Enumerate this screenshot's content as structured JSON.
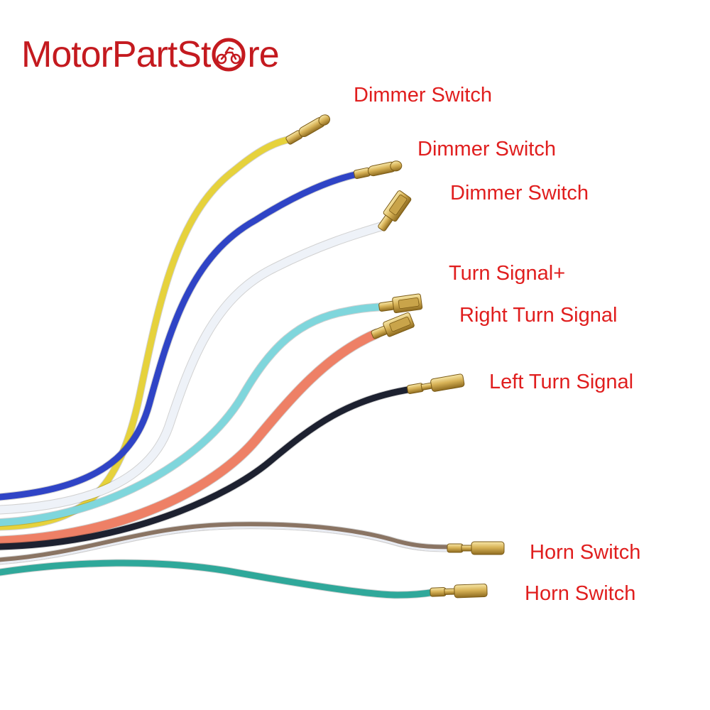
{
  "brand": {
    "text_before": "MotorPartSt",
    "text_after": "re",
    "color": "#c41a1f",
    "icon": "motorcycle-in-ring-icon"
  },
  "labels": [
    "Dimmer Switch",
    "Dimmer Switch",
    "Dimmer Switch",
    "Turn Signal+",
    "Right Turn Signal",
    "Left Turn Signal",
    "Horn Switch",
    "Horn Switch"
  ],
  "label_color": "#e01e1e",
  "wires": [
    {
      "color": "#e6d23c",
      "terminal": "bullet"
    },
    {
      "color": "#2f44c6",
      "terminal": "bullet"
    },
    {
      "color": "#eef2f8",
      "terminal": "female-spade"
    },
    {
      "color": "#7fd6dc",
      "terminal": "female-spade"
    },
    {
      "color": "#ee8066",
      "terminal": "female-spade"
    },
    {
      "color": "#1d2130",
      "terminal": "male-spade"
    },
    {
      "color": "#8a7463",
      "stripe": "#e9ecf3",
      "terminal": "male-spade"
    },
    {
      "color": "#2fa89a",
      "terminal": "male-spade"
    }
  ]
}
